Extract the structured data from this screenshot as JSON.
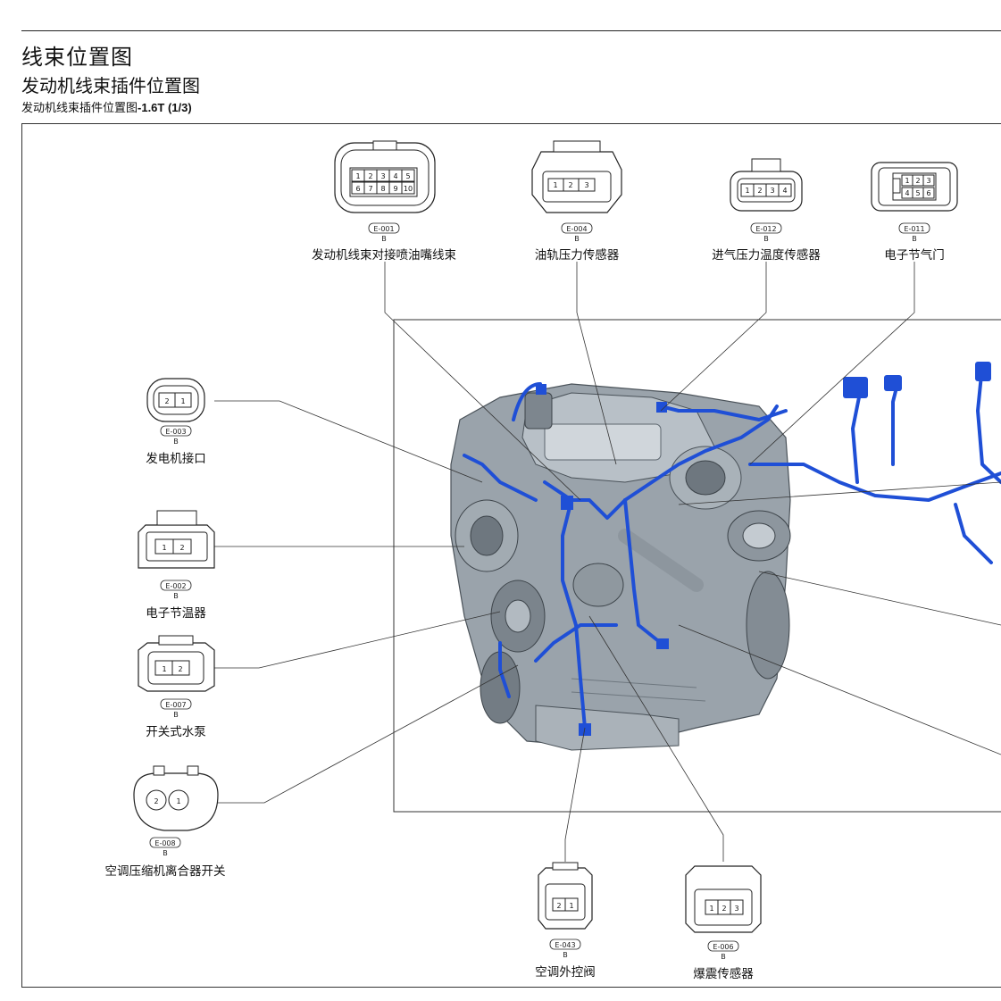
{
  "header": {
    "title": "线束位置图",
    "subtitle": "发动机线束插件位置图",
    "caption_prefix": "发动机线束插件位置图",
    "caption_suffix": "-1.6T (1/3)"
  },
  "connectors": [
    {
      "id": "e001",
      "code": "E-001",
      "side": "B",
      "name": "发动机线束对接喷油嘴线束",
      "pins_top": [
        "1",
        "2",
        "3",
        "4",
        "5"
      ],
      "pins_bottom": [
        "6",
        "7",
        "8",
        "9",
        "10"
      ]
    },
    {
      "id": "e004",
      "code": "E-004",
      "side": "B",
      "name": "油轨压力传感器",
      "pins": [
        "1",
        "2",
        "3"
      ]
    },
    {
      "id": "e012",
      "code": "E-012",
      "side": "B",
      "name": "进气压力温度传感器",
      "pins": [
        "1",
        "2",
        "3",
        "4"
      ]
    },
    {
      "id": "e011",
      "code": "E-011",
      "side": "B",
      "name": "电子节气门",
      "pins_top": [
        "1",
        "2",
        "3"
      ],
      "pins_bottom": [
        "4",
        "5",
        "6"
      ]
    },
    {
      "id": "e003",
      "code": "E-003",
      "side": "B",
      "name": "发电机接口",
      "pins": [
        "2",
        "1"
      ]
    },
    {
      "id": "e002",
      "code": "E-002",
      "side": "B",
      "name": "电子节温器",
      "pins": [
        "1",
        "2"
      ]
    },
    {
      "id": "e007",
      "code": "E-007",
      "side": "B",
      "name": "开关式水泵",
      "pins": [
        "1",
        "2"
      ]
    },
    {
      "id": "e008",
      "code": "E-008",
      "side": "B",
      "name": "空调压缩机离合器开关",
      "pins": [
        "2",
        "1"
      ]
    },
    {
      "id": "e043",
      "code": "E-043",
      "side": "B",
      "name": "空调外控阀",
      "pins": [
        "2",
        "1"
      ]
    },
    {
      "id": "e006",
      "code": "E-006",
      "side": "B",
      "name": "爆震传感器",
      "pins": [
        "1",
        "2",
        "3"
      ]
    }
  ],
  "colors": {
    "harness": "#1f4fd6",
    "engine": "#9aa3ab",
    "engine_dark": "#5c656e",
    "line": "#333333"
  }
}
